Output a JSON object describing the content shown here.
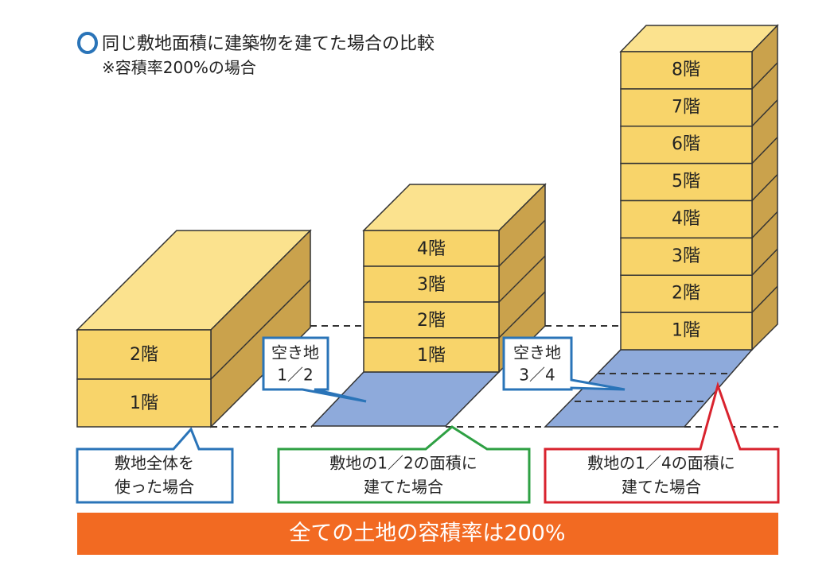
{
  "title": "同じ敷地面積に建築物を建てた場合の比較",
  "subtitle": "※容積率200%の場合",
  "colors": {
    "accent_blue": "#2a74b8",
    "green": "#2ea043",
    "red": "#d9232e",
    "orange": "#f26a22",
    "building": "#f8d46a",
    "ground": "#8eaadb"
  },
  "building1": {
    "floors": [
      "2階",
      "1階"
    ]
  },
  "building2": {
    "floors": [
      "4階",
      "3階",
      "2階",
      "1階"
    ]
  },
  "building3": {
    "floors": [
      "8階",
      "7階",
      "6階",
      "5階",
      "4階",
      "3階",
      "2階",
      "1階"
    ]
  },
  "callouts": {
    "open_half": [
      "空き地",
      "1／2"
    ],
    "open_three_quarter": [
      "空き地",
      "3／4"
    ]
  },
  "captions": {
    "full": [
      "敷地全体を",
      "使った場合"
    ],
    "half": [
      "敷地の1／2の面積に",
      "建てた場合"
    ],
    "quarter": [
      "敷地の1／4の面積に",
      "建てた場合"
    ]
  },
  "banner": "全ての土地の容積率は200%"
}
